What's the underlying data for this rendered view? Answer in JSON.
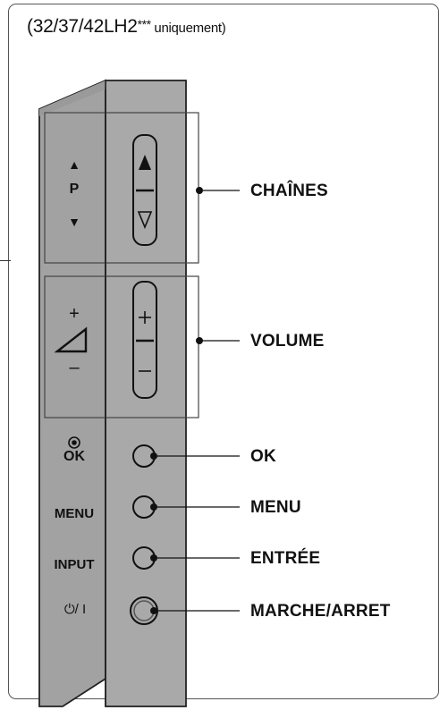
{
  "header": {
    "model": "(32/37/42LH2",
    "stars": "***",
    "suffix": " uniquement)"
  },
  "panel_labels": {
    "program_up": "▲",
    "program": "P",
    "program_down": "▼",
    "volume_plus": "+",
    "volume_minus": "–",
    "ok": "OK",
    "menu": "MENU",
    "input": "INPUT",
    "power": "⏻/ I"
  },
  "callouts": {
    "channels": "CHAÎNES",
    "volume": "VOLUME",
    "ok": "OK",
    "menu": "MENU",
    "input": "ENTRÉE",
    "power": "MARCHE/ARRET"
  },
  "colors": {
    "panel_face": "#a9a9a9",
    "panel_bevel": "#8f8f8f",
    "outline": "#222222"
  }
}
